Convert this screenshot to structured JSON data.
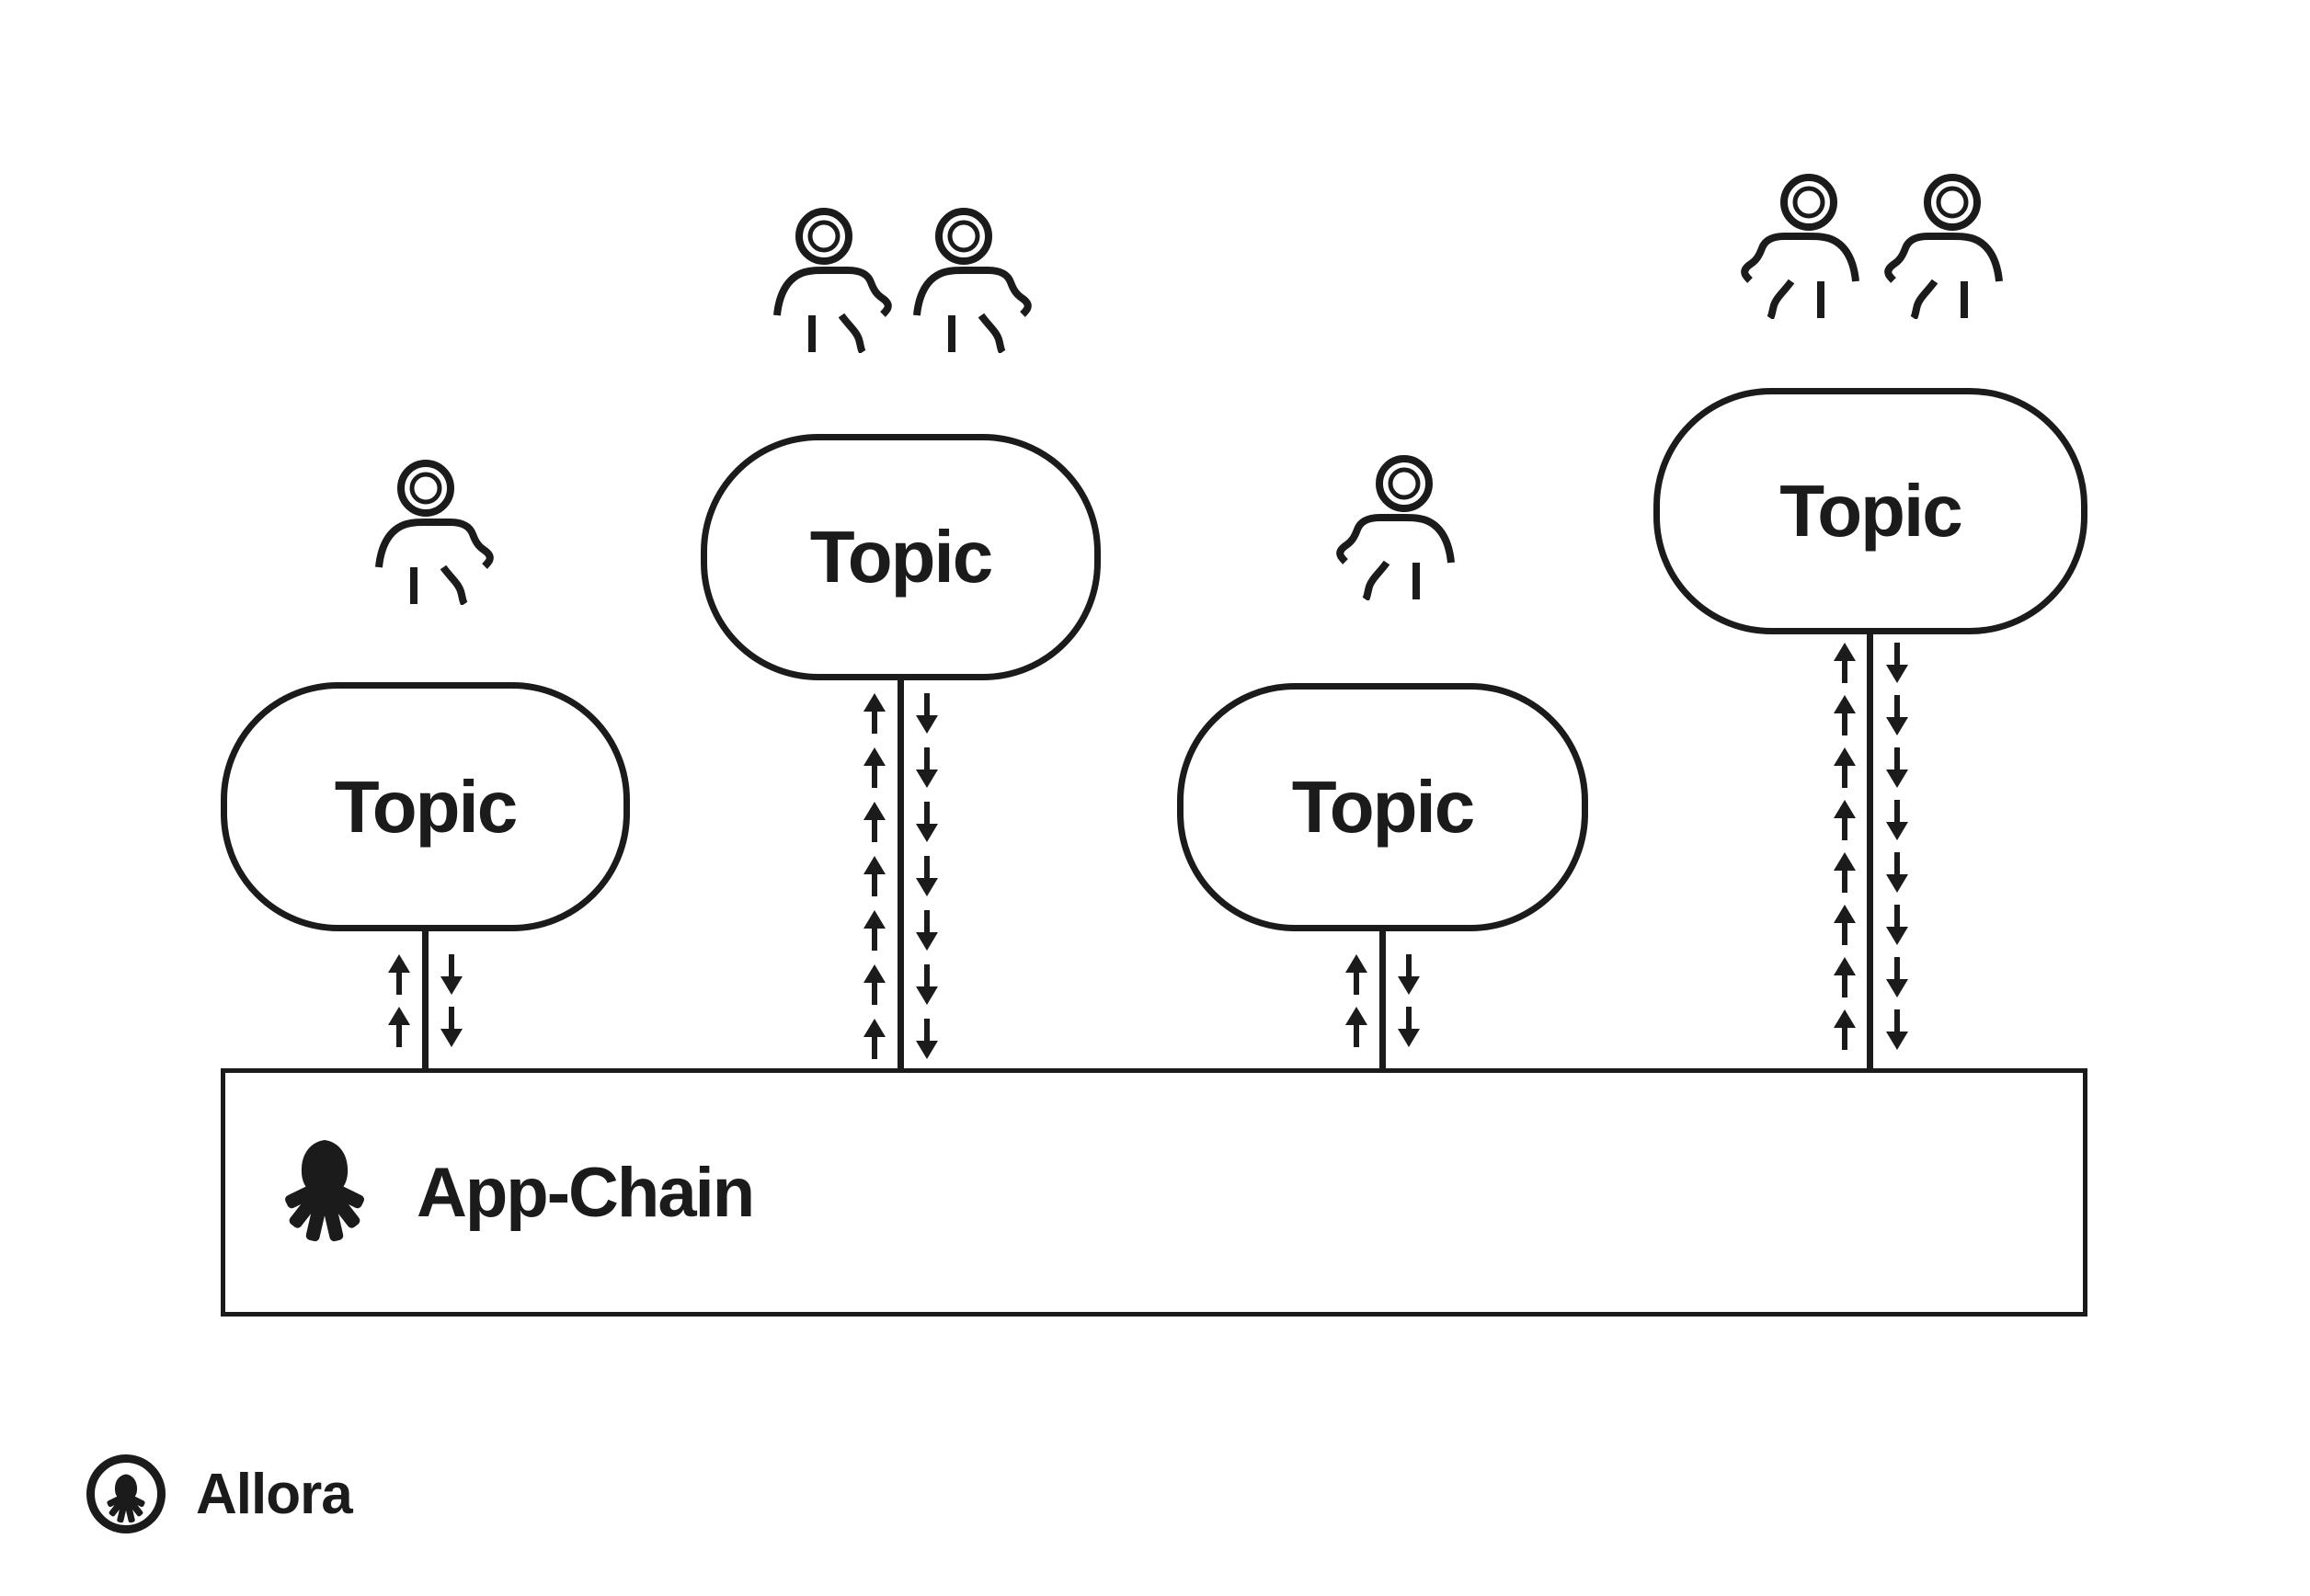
{
  "colors": {
    "ink": "#1b1b1b",
    "background": "#ffffff"
  },
  "topics": [
    {
      "label": "Topic",
      "participants": 1,
      "person_style": "arm-right",
      "up_arrows": 2,
      "down_arrows": 2
    },
    {
      "label": "Topic",
      "participants": 2,
      "person_style": "arm-right",
      "up_arrows": 7,
      "down_arrows": 7
    },
    {
      "label": "Topic",
      "participants": 1,
      "person_style": "arm-left",
      "up_arrows": 2,
      "down_arrows": 2
    },
    {
      "label": "Topic",
      "participants": 2,
      "person_style": "arm-left",
      "up_arrows": 8,
      "down_arrows": 8
    }
  ],
  "app_chain": {
    "label": "App-Chain",
    "logo": "allora-mark-icon"
  },
  "footer": {
    "brand": "Allora",
    "logo": "allora-circle-logo"
  }
}
